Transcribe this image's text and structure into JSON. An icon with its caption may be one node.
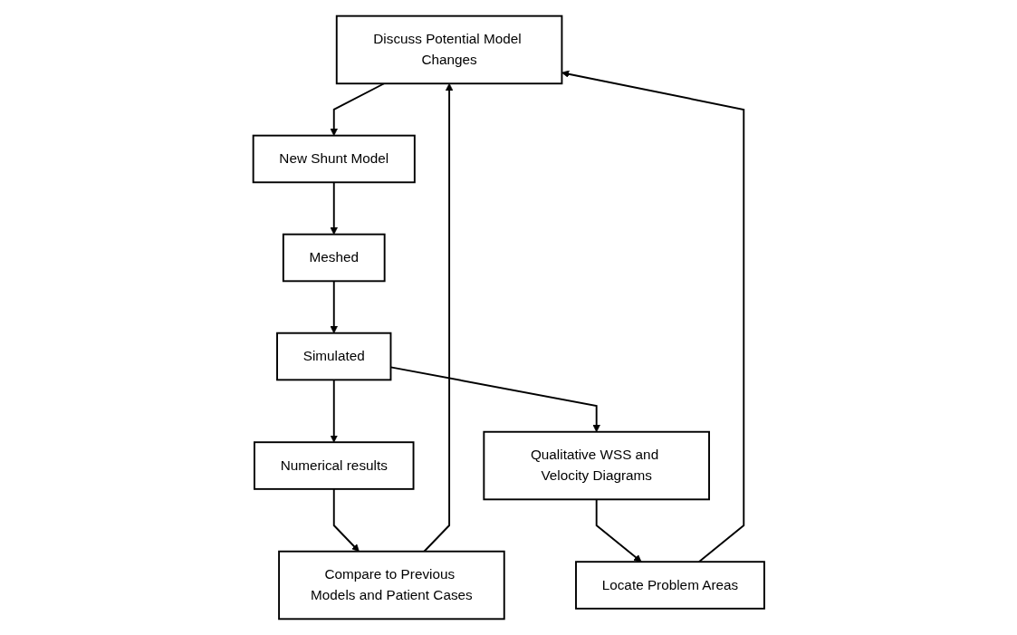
{
  "diagram": {
    "nodes": [
      {
        "text": [
          "Discuss Potential Model Changes"
        ]
      },
      {
        "text": [
          "Compare to Previous Models and Patient Cases"
        ]
      },
      {
        "text": [
          "New Shunt Model"
        ]
      },
      {
        "text": [
          "Locate Problem Areas"
        ]
      },
      {
        "text": [
          "Meshed"
        ]
      },
      {
        "text": [
          "Numerical results"
        ]
      },
      {
        "text": [
          "Simulated"
        ]
      },
      {
        "text": [
          "Qualitative WSS and Velocity Diagrams"
        ]
      }
    ],
    "edges": [
      {
        "from": 0,
        "to": 2,
        "arrow": "to"
      },
      {
        "from": 2,
        "to": 4,
        "arrow": "to"
      },
      {
        "from": 4,
        "to": 6,
        "arrow": "to"
      },
      {
        "from": 6,
        "to": 5,
        "arrow": "to"
      },
      {
        "from": 6,
        "to": 7,
        "arrow": "to"
      },
      {
        "from": 5,
        "to": 1,
        "arrow": "to"
      },
      {
        "from": 7,
        "to": 3,
        "arrow": "to"
      },
      {
        "from": 1,
        "to": 0,
        "arrow": "to"
      },
      {
        "from": 3,
        "to": 0,
        "arrow": "to"
      }
    ]
  }
}
